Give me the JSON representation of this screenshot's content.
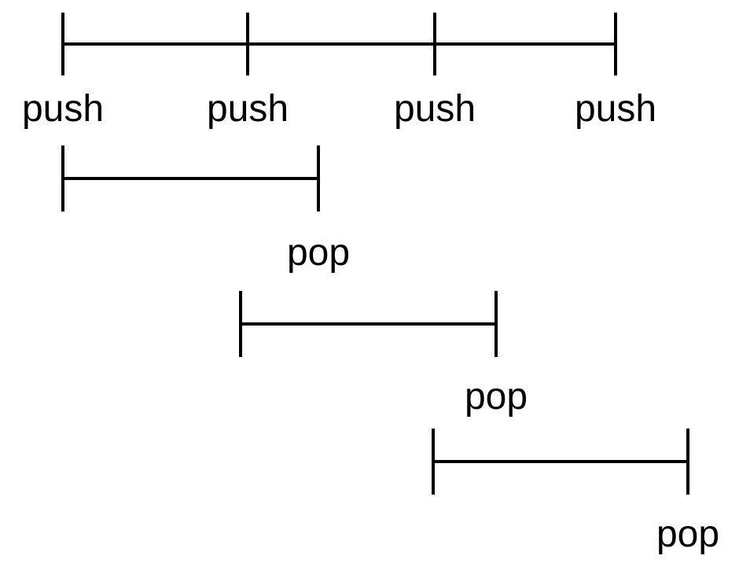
{
  "figure": {
    "background_color": "#ffffff",
    "stroke_color": "#000000",
    "rows": [
      {
        "type": "interval",
        "labels": [
          "push",
          "push",
          "push",
          "push"
        ]
      },
      {
        "type": "interval",
        "labels": [
          "pop"
        ]
      },
      {
        "type": "interval",
        "labels": [
          "pop"
        ]
      },
      {
        "type": "interval",
        "labels": [
          "pop"
        ]
      }
    ]
  }
}
